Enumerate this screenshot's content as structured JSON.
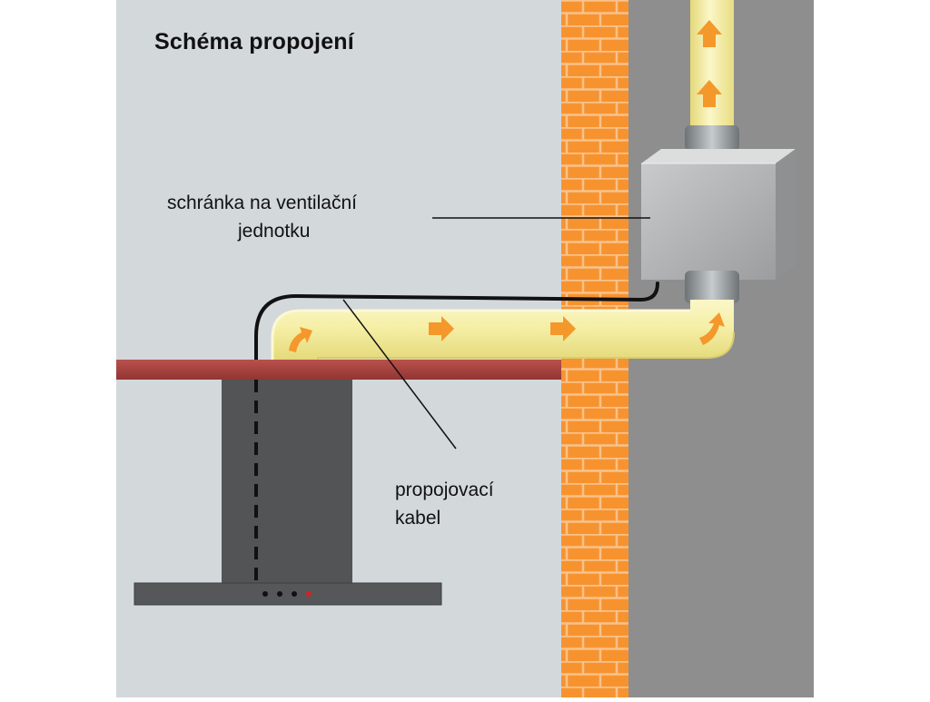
{
  "title": "Schéma propojení",
  "labels": {
    "box_line1": "schránka na ventilační",
    "box_line2": "jednotku",
    "cable_line1": "propojovací",
    "cable_line2": "kabel"
  },
  "colors": {
    "wall_left": "#d3d8db",
    "wall_right": "#8e8e8e",
    "brick": "#f7932f",
    "mortar": "#f9c28a",
    "duct": "#f4ee9e",
    "arrow": "#f4982c",
    "shelf": "#a8413e",
    "hood": "#525456",
    "box": "#b7b8b9",
    "cable": "#111111",
    "indicator_red": "#d62020"
  },
  "icons": {
    "flow_arrow": "flow-arrow-icon",
    "hood_indicator": "indicator-dot-icon"
  }
}
